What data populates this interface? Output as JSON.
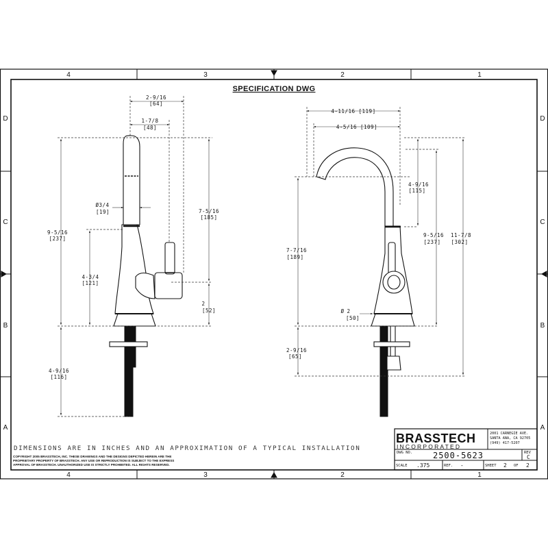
{
  "title": "SPECIFICATION DWG",
  "zones": {
    "columns": [
      "4",
      "3",
      "2",
      "1"
    ],
    "rows": [
      "D",
      "C",
      "B",
      "A"
    ]
  },
  "left_view": {
    "dims": {
      "width_top": "2-9/16",
      "width_top_mm": "[64]",
      "width_mid": "1-7/8",
      "width_mid_mm": "[48]",
      "diameter": "3/4",
      "diameter_mm": "[19]",
      "height_total": "9-5/16",
      "height_total_mm": "[237]",
      "height_handle": "4-3/4",
      "height_handle_mm": "[121]",
      "height_spout": "7-5/16",
      "height_spout_mm": "[185]",
      "height_base": "2",
      "height_base_mm": "[52]",
      "shank": "4-9/16",
      "shank_mm": "[116]"
    }
  },
  "right_view": {
    "dims": {
      "reach_outer": "4-11/16 [119]",
      "reach_inner": "4-5/16 [109]",
      "spout_drop": "4-9/16",
      "spout_drop_mm": "[115]",
      "height_body": "9-5/16",
      "height_body_mm": "[237]",
      "height_total": "11-7/8",
      "height_total_mm": "[302]",
      "height_outlet": "7-7/16",
      "height_outlet_mm": "[189]",
      "diameter": "2",
      "diameter_mm": "[50]",
      "deck": "2-9/16",
      "deck_mm": "[65]"
    }
  },
  "notes": {
    "dimensions": "DIMENSIONS ARE IN INCHES AND AN APPROXIMATION OF A TYPICAL INSTALLATION",
    "copyright_1": "COPYRIGHT 2005 BRASSTECH, INC. THESE DRAWINGS AND THE DESIGNS DEPICTED HEREIN ARE THE",
    "copyright_2": "PROPRIETARY PROPERTY OF BRASSTECH. ANY USE OR REPRODUCTION IS SUBJECT TO THE EXPRESS",
    "copyright_3": "APPROVAL OF BRASSTECH. UNAUTHORIZED USE IS STRICTLY PROHIBITED. ALL RIGHTS RESERVED."
  },
  "title_block": {
    "company": "BRASSTECH",
    "company_sub": "INCORPORATED",
    "address_1": "2001 CARNEGIE AVE.",
    "address_2": "SANTA ANA, CA 92705",
    "address_3": "(949) 417-5207",
    "dwg_no_label": "DWG NO.",
    "dwg_no": "2500-5623",
    "rev_label": "REV",
    "rev": "C",
    "scale_label": "SCALE",
    "scale": ".375",
    "ref_label": "REF.",
    "ref": "-",
    "sheet_label": "SHEET",
    "sheet": "2",
    "of_label": "OF",
    "of": "2"
  }
}
